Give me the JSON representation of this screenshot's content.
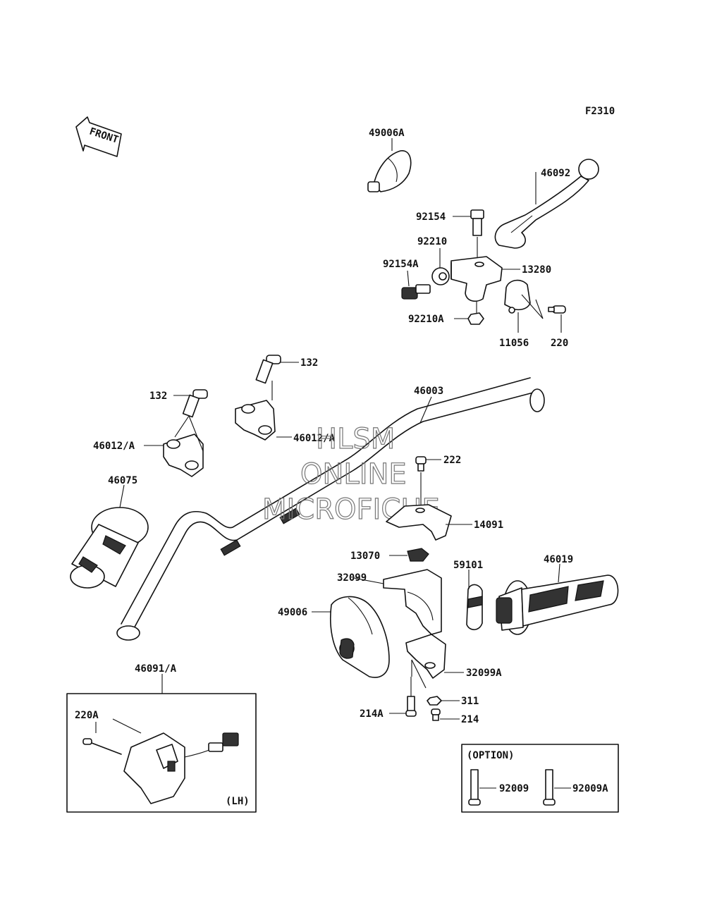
{
  "diagram_code": "F2310",
  "front_label": "FRONT",
  "watermark": {
    "line1": "HLSM",
    "line2": "ONLINE",
    "line3": "MICROFICHE"
  },
  "parts": {
    "p49006A": "49006A",
    "p46092": "46092",
    "p92154": "92154",
    "p92210": "92210",
    "p92154A": "92154A",
    "p13280": "13280",
    "p92210A": "92210A",
    "p11056": "11056",
    "p220": "220",
    "p132a": "132",
    "p132b": "132",
    "p46003": "46003",
    "p46012A_left": "46012/A",
    "p46012A_right": "46012/A",
    "p222": "222",
    "p46075": "46075",
    "p14091": "14091",
    "p13070": "13070",
    "p59101": "59101",
    "p46019": "46019",
    "p32099": "32099",
    "p49006": "49006",
    "p32099A": "32099A",
    "p311": "311",
    "p214A": "214A",
    "p214": "214",
    "p46091A": "46091/A",
    "p220A": "220A",
    "lh": "(LH)",
    "option": "(OPTION)",
    "p92009": "92009",
    "p92009A": "92009A"
  }
}
